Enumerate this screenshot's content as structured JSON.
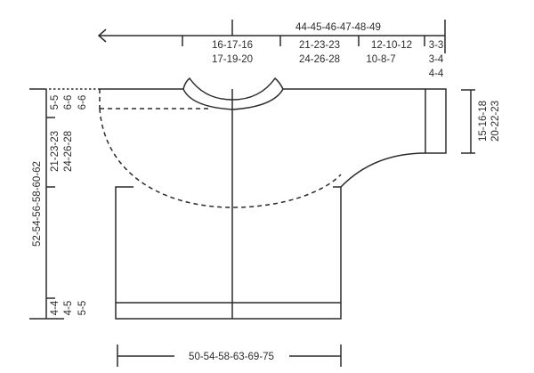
{
  "diagram": {
    "title": "Knitting pattern measurement schematic (cardigan, one piece)",
    "colors": {
      "line": "#2b2b2b",
      "background": "#ffffff"
    },
    "top_measurements": {
      "total_width": "44-45-46-47-48-49",
      "neck_half": {
        "line1": "16-17-16",
        "line2": "17-19-20"
      },
      "shoulder": {
        "line1": "21-23-23",
        "line2": "24-26-28"
      },
      "sleeve_upper": {
        "line1": "12-10-12",
        "line2": "10-8-7"
      },
      "cuff": {
        "line1": "3-3",
        "line2": "3-4",
        "line3": "4-4"
      }
    },
    "left_measurements": {
      "total_length": "52-54-56-58-60-62",
      "neck_depth": {
        "col1": "5-5",
        "col2": "6-6",
        "col3": "6-6"
      },
      "yoke_depth": {
        "line1": "21-23-23",
        "line2": "24-26-28"
      },
      "rib": {
        "col1": "4-4",
        "col2": "4-5",
        "col3": "5-5"
      }
    },
    "right_measurements": {
      "sleeve_width": {
        "line1": "15-16-18",
        "line2": "20-22-23"
      }
    },
    "bottom_measurements": {
      "body_width": "50-54-58-63-69-75"
    }
  }
}
